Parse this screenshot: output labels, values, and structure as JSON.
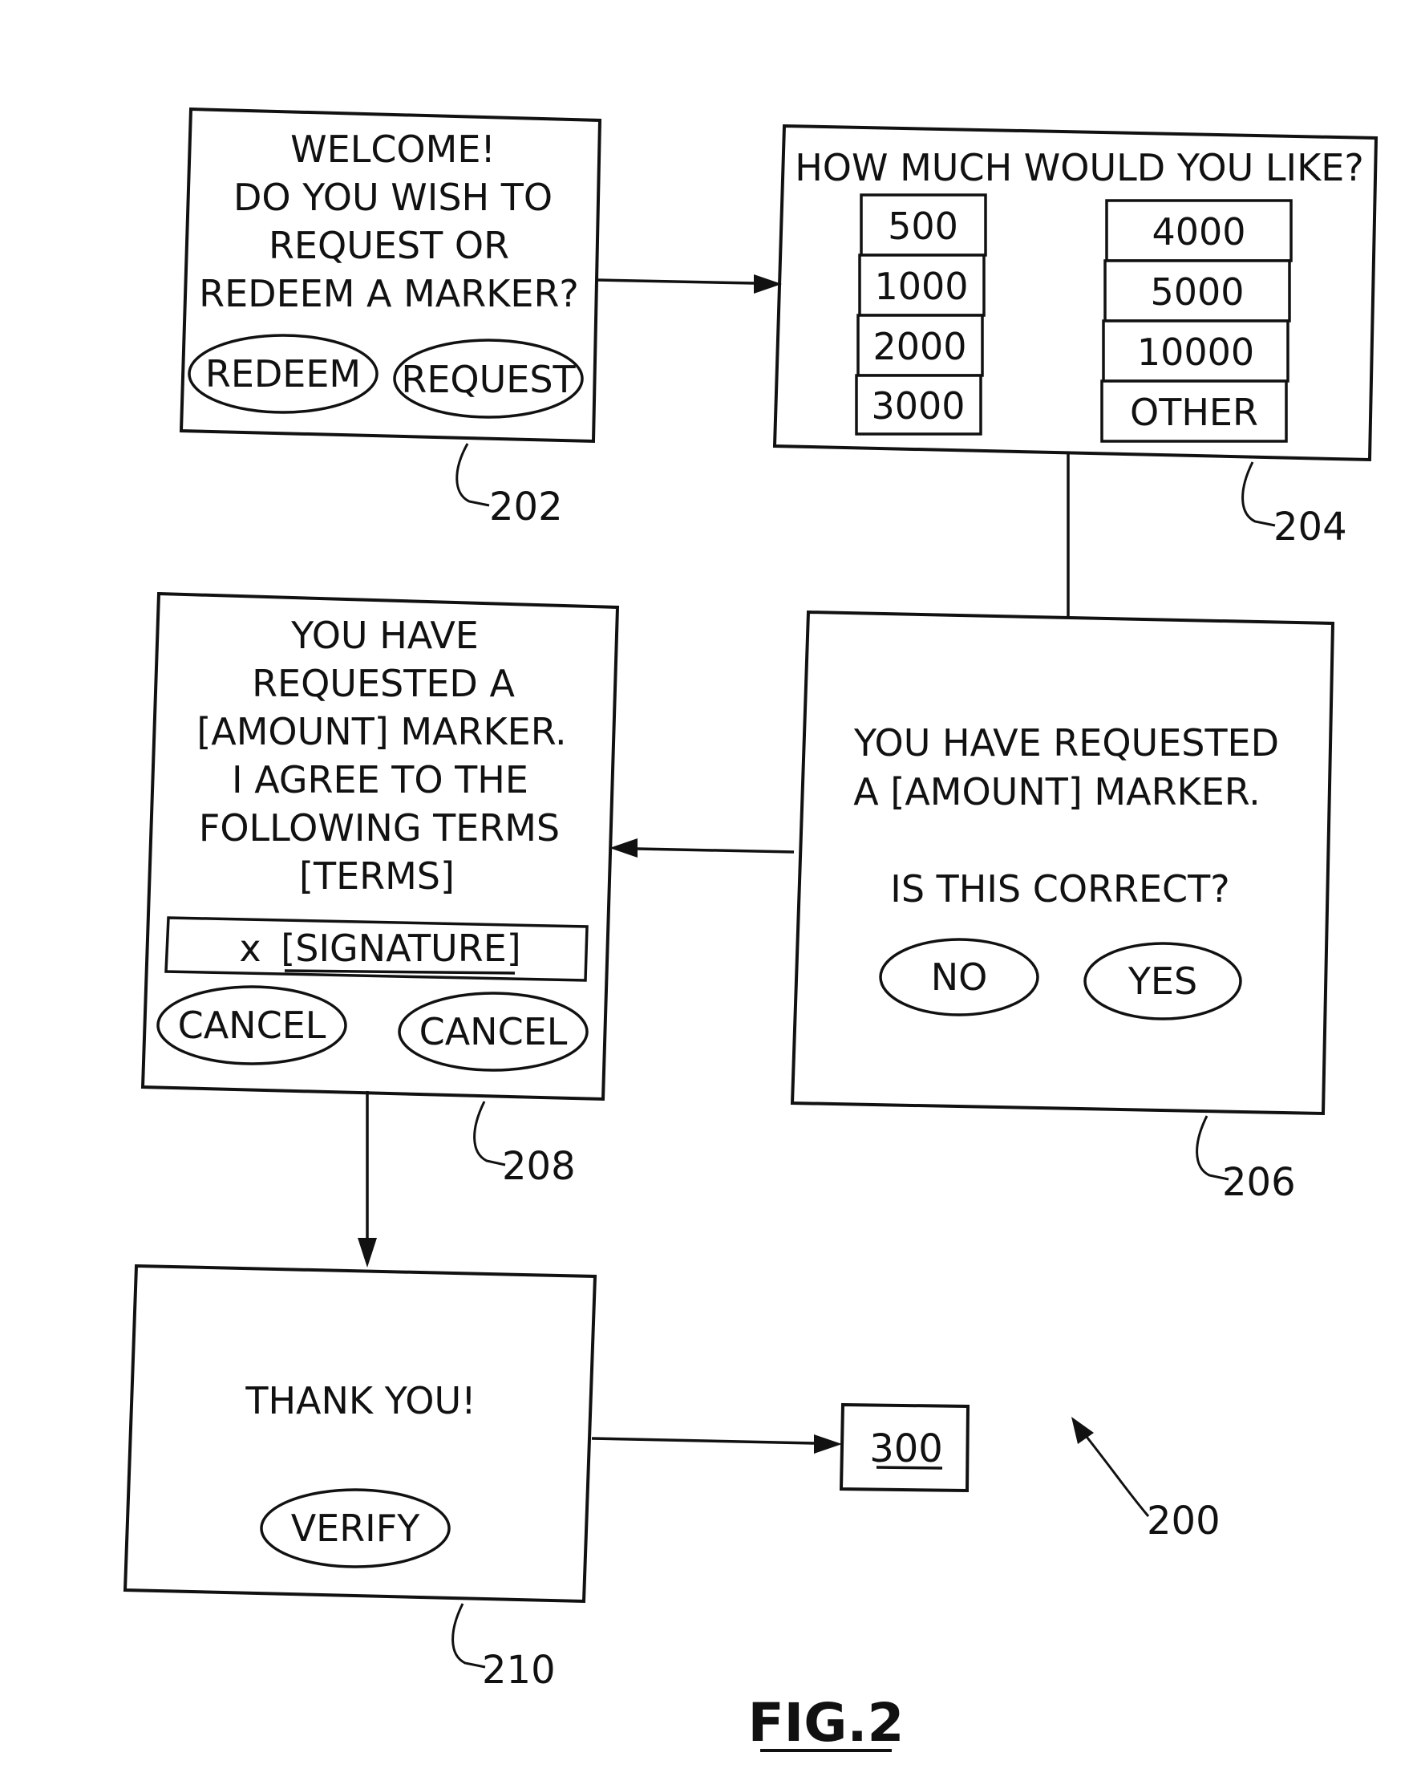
{
  "screens": {
    "s202": {
      "lines": [
        "WELCOME!",
        "DO YOU WISH TO",
        "REQUEST OR",
        "REDEEM A MARKER?"
      ],
      "buttons": [
        "REDEEM",
        "REQUEST"
      ],
      "ref": "202"
    },
    "s204": {
      "title": "HOW MUCH WOULD YOU LIKE?",
      "left_options": [
        "500",
        "1000",
        "2000",
        "3000"
      ],
      "right_options": [
        "4000",
        "5000",
        "10000",
        "OTHER"
      ],
      "ref": "204"
    },
    "s206": {
      "lines": [
        "YOU HAVE REQUESTED",
        "A [AMOUNT] MARKER."
      ],
      "question": "IS THIS CORRECT?",
      "buttons": [
        "NO",
        "YES"
      ],
      "ref": "206"
    },
    "s208": {
      "lines": [
        "YOU HAVE",
        "REQUESTED A",
        "[AMOUNT] MARKER.",
        "I AGREE TO THE",
        "FOLLOWING TERMS",
        "[TERMS]"
      ],
      "signature_x": "x",
      "signature": "[SIGNATURE]",
      "buttons": [
        "CANCEL",
        "CANCEL"
      ],
      "ref": "208"
    },
    "s210": {
      "text": "THANK YOU!",
      "button": "VERIFY",
      "ref": "210"
    }
  },
  "box300": "300",
  "ref200": "200",
  "figure_label": "FIG.2"
}
